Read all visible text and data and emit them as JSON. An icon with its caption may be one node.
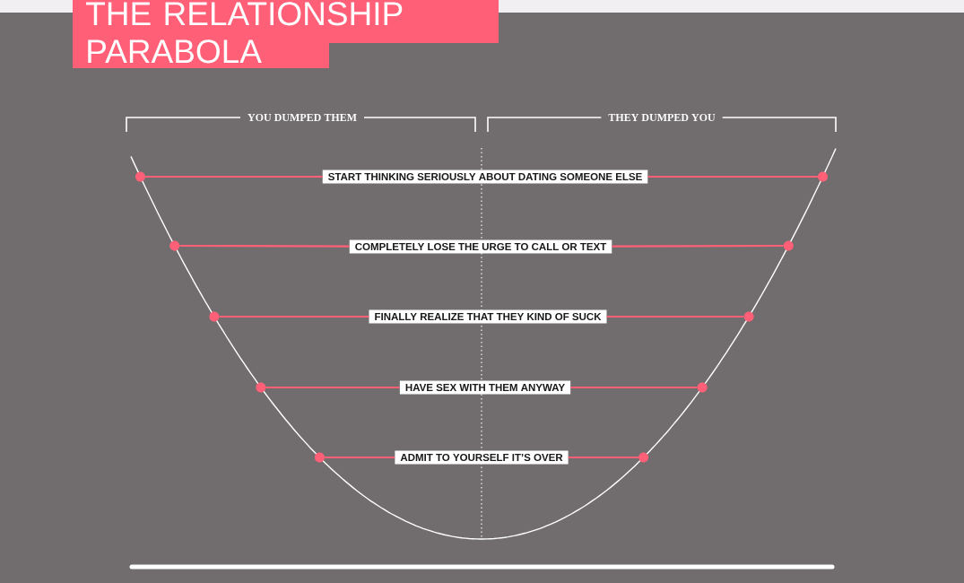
{
  "diagram": {
    "title": "THE RELATIONSHIP PARABOLA",
    "nodes": [
      {
        "text": [
          "START THINKING SERIOUSLY ABOUT DATING SOMEONE ELSE"
        ]
      },
      {
        "text": [
          "COMPLETELY LOSE THE URGE TO CALL OR TEXT"
        ]
      },
      {
        "text": [
          "FINALLY REALIZE THAT THEY KIND OF SUCK"
        ]
      },
      {
        "text": [
          "HAVE SEX WITH THEM ANYWAY"
        ]
      },
      {
        "text": [
          "ADMIT TO YOURSELF IT’S OVER"
        ]
      },
      {
        "text": [],
        "shape": "circle"
      },
      {
        "text": [],
        "shape": "circle"
      },
      {
        "text": [],
        "shape": "circle"
      },
      {
        "text": [],
        "shape": "circle"
      },
      {
        "text": [],
        "shape": "circle"
      },
      {
        "text": [],
        "shape": "circle"
      },
      {
        "text": [],
        "shape": "circle"
      },
      {
        "text": [],
        "shape": "circle"
      },
      {
        "text": [],
        "shape": "circle"
      },
      {
        "text": [],
        "shape": "circle"
      }
    ],
    "edges": [
      {
        "from": 5,
        "to": 0,
        "arrow": "none"
      },
      {
        "from": 0,
        "to": 6,
        "arrow": "none"
      },
      {
        "from": 7,
        "to": 1,
        "arrow": "none"
      },
      {
        "from": 1,
        "to": 8,
        "arrow": "none"
      },
      {
        "from": 9,
        "to": 2,
        "arrow": "none"
      },
      {
        "from": 2,
        "to": 10,
        "arrow": "none"
      },
      {
        "from": 11,
        "to": 3,
        "arrow": "none"
      },
      {
        "from": 3,
        "to": 12,
        "arrow": "none"
      },
      {
        "from": 13,
        "to": 4,
        "arrow": "none"
      },
      {
        "from": 4,
        "to": 14,
        "arrow": "none"
      }
    ],
    "labels": [
      "YOU DUMPED THEM",
      "THEY DUMPED YOU"
    ]
  }
}
